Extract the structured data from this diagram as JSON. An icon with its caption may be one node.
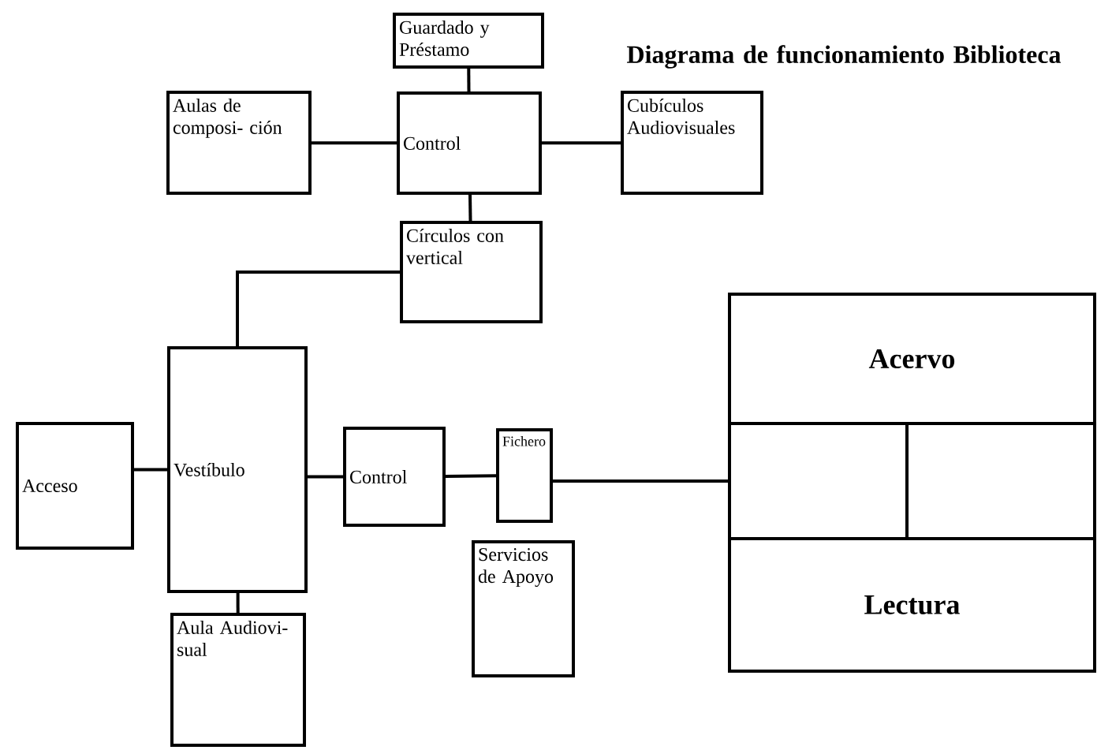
{
  "diagram": {
    "title": "Diagrama de funcionamiento Biblioteca",
    "nodes": [
      {
        "text": [
          "Guardado y Préstamo"
        ]
      },
      {
        "text": [
          "Aulas de composi- ción"
        ]
      },
      {
        "text": [
          "Control"
        ]
      },
      {
        "text": [
          "Cubículos Audiovisuales"
        ]
      },
      {
        "text": [
          "Círculos con vertical"
        ]
      },
      {
        "text": [
          "Acceso"
        ]
      },
      {
        "text": [
          "Vestíbulo"
        ]
      },
      {
        "text": [
          "Control"
        ]
      },
      {
        "text": [
          "Fichero"
        ]
      },
      {
        "text": [
          "Servicios de Apoyo"
        ]
      },
      {
        "text": [
          "Aula Audiovi- sual"
        ]
      },
      {
        "text": [
          "Acervo"
        ]
      },
      {
        "text": [],
        "shape": "box"
      },
      {
        "text": [],
        "shape": "box"
      },
      {
        "text": [
          "Lectura"
        ]
      }
    ],
    "edges": [
      {
        "from": 0,
        "to": 2,
        "arrow": "none"
      },
      {
        "from": 1,
        "to": 2,
        "arrow": "none"
      },
      {
        "from": 2,
        "to": 3,
        "arrow": "none"
      },
      {
        "from": 2,
        "to": 4,
        "arrow": "none"
      },
      {
        "from": 4,
        "to": 6,
        "arrow": "none"
      },
      {
        "from": 5,
        "to": 6,
        "arrow": "none"
      },
      {
        "from": 6,
        "to": 7,
        "arrow": "none"
      },
      {
        "from": 7,
        "to": 8,
        "arrow": "none"
      },
      {
        "from": 8,
        "to": 12,
        "arrow": "none"
      },
      {
        "from": 6,
        "to": 10,
        "arrow": "none"
      }
    ]
  }
}
